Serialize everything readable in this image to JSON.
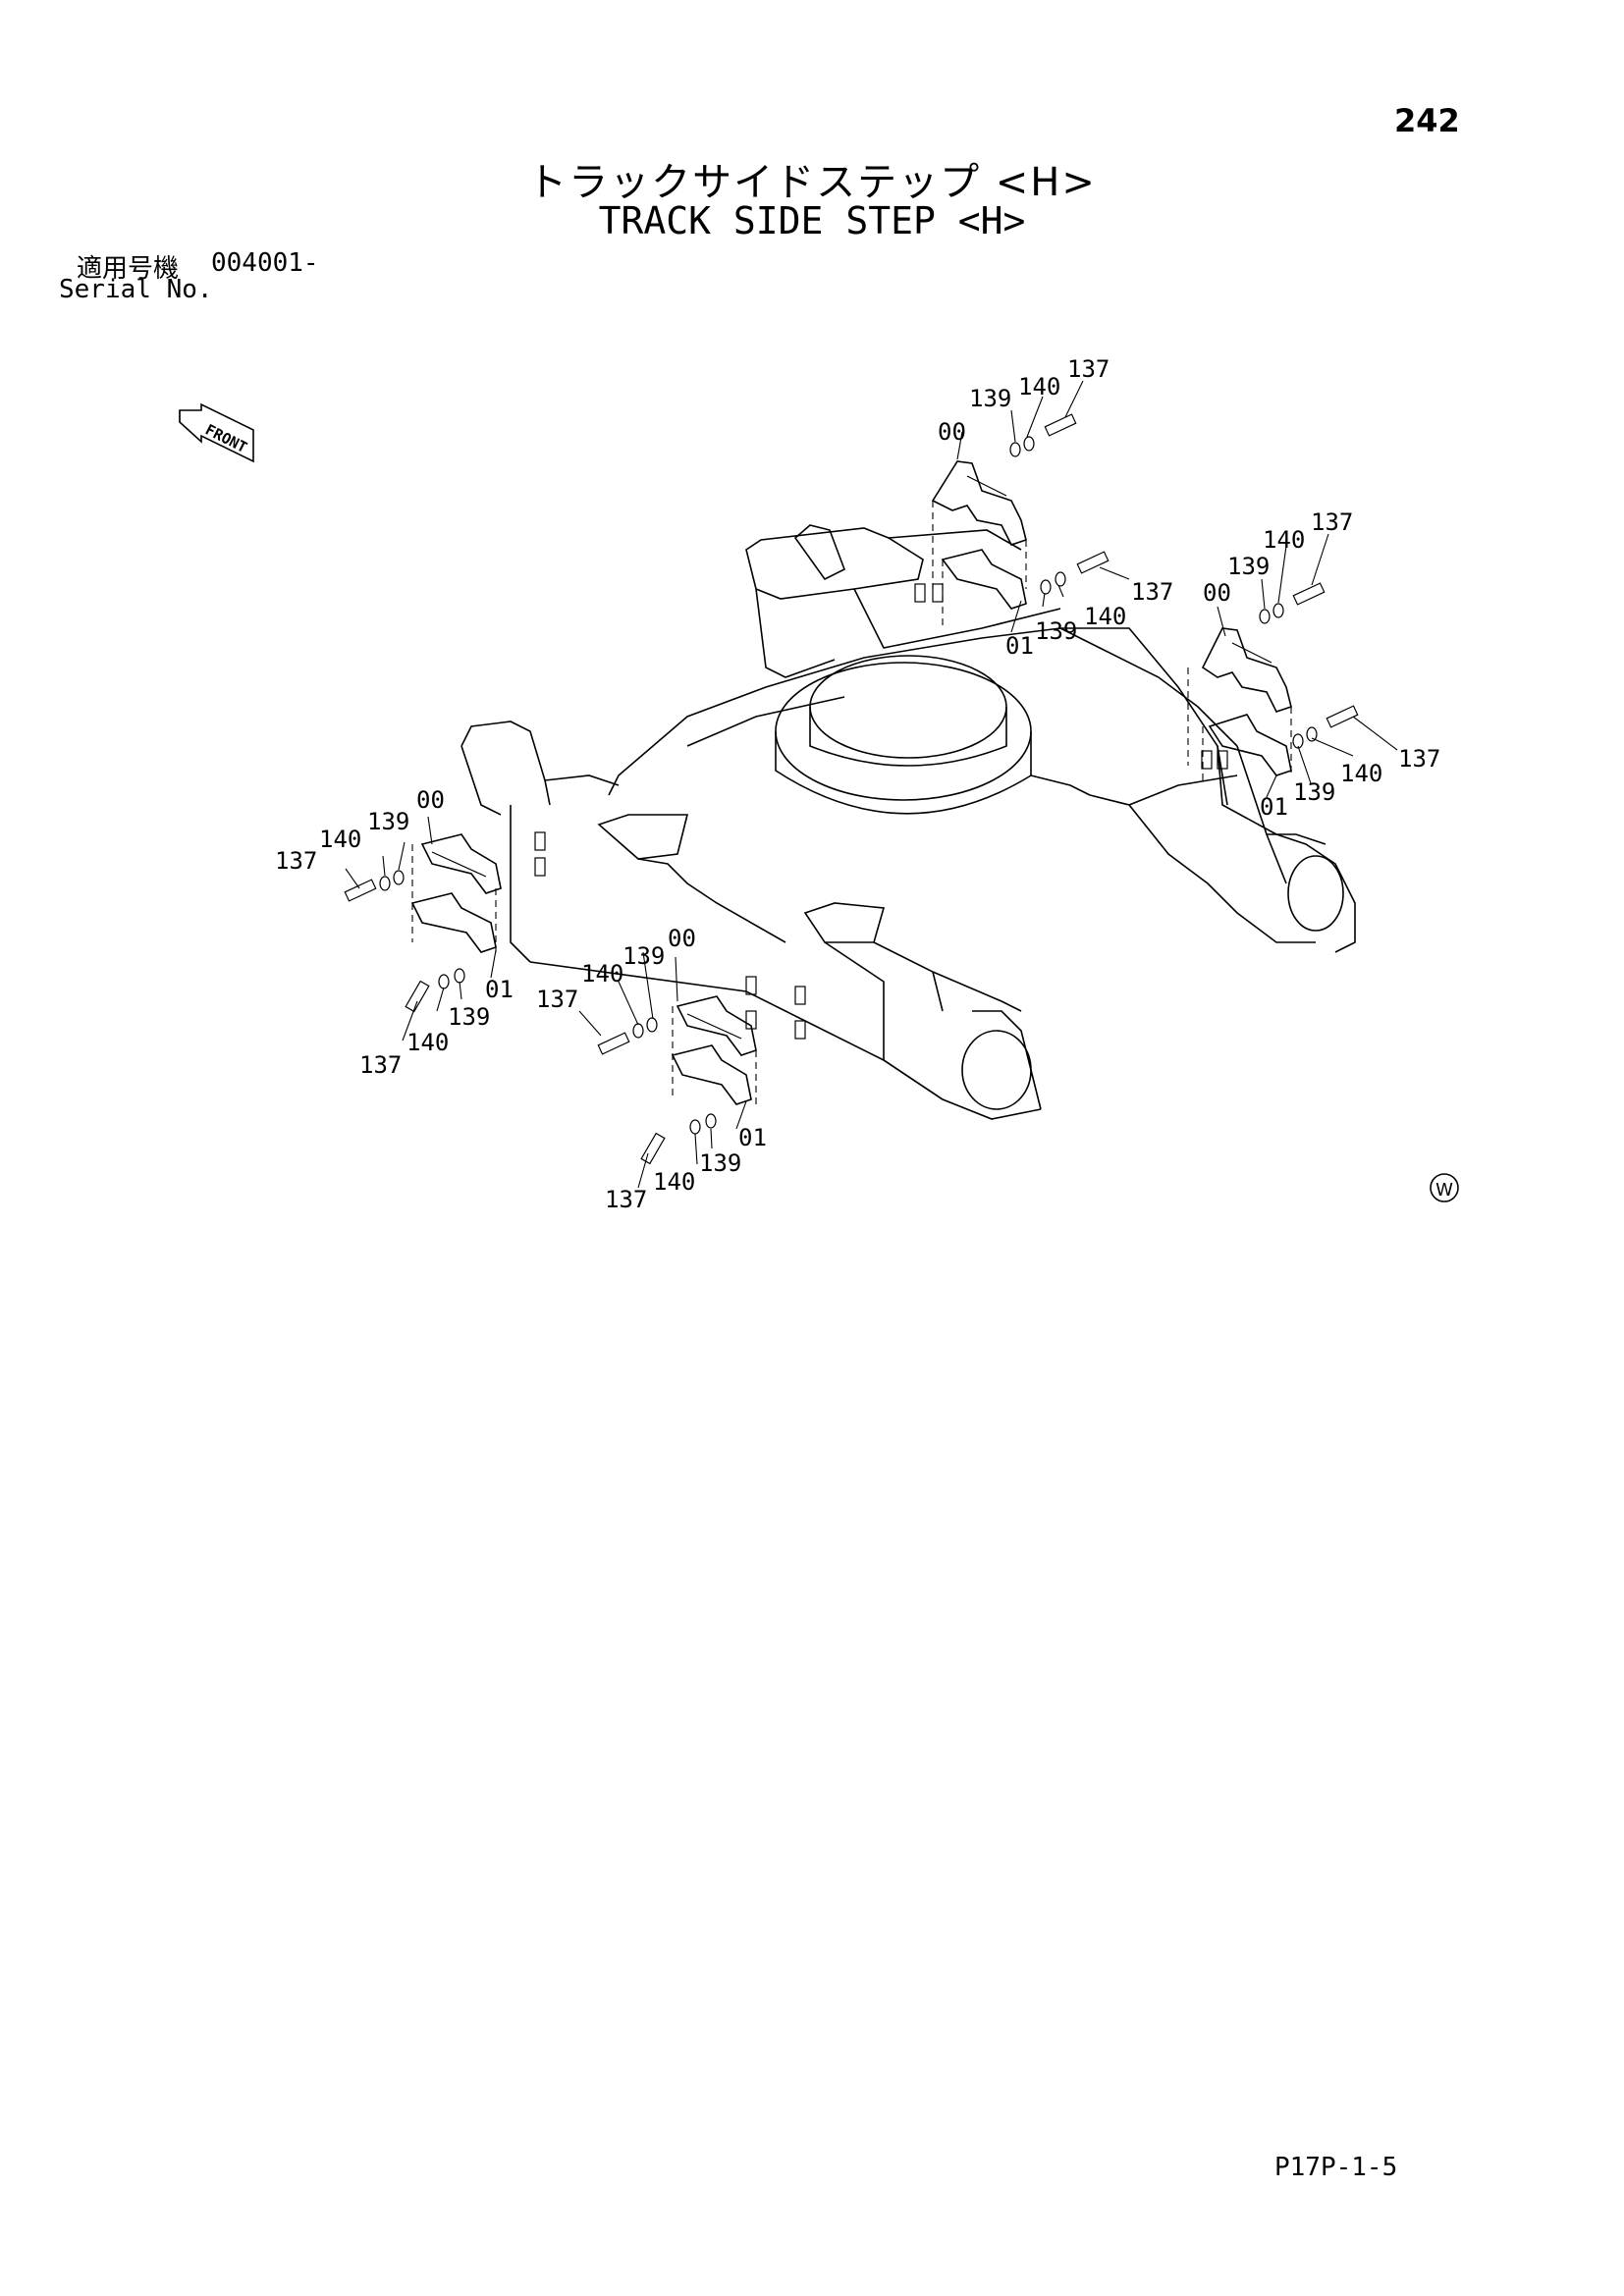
{
  "header": {
    "page_number": "242",
    "title_jp": "トラックサイドステップ <H>",
    "title_en": "TRACK SIDE STEP <H>"
  },
  "serial": {
    "label_jp": "適用号機",
    "value": "004001-",
    "label_en": "Serial No."
  },
  "diagram": {
    "front_marker": "FRONT",
    "watermark_symbol": "W",
    "callouts": {
      "tr_137a": "137",
      "tr_140a": "140",
      "tr_139a": "139",
      "tr_00": "00",
      "tr_137b": "137",
      "tr_140b": "140",
      "tr_139b": "139",
      "tr_01": "01",
      "rr_137a": "137",
      "rr_140a": "140",
      "rr_139a": "139",
      "rr_00": "00",
      "rr_137b": "137",
      "rr_140b": "140",
      "rr_139b": "139",
      "rr_01": "01",
      "ll_137a": "137",
      "ll_140a": "140",
      "ll_139a": "139",
      "ll_00": "00",
      "ll_01": "01",
      "ll_139b": "139",
      "ll_140b": "140",
      "ll_137b": "137",
      "lm_139a": "139",
      "lm_00": "00",
      "lm_140a": "140",
      "lm_137a": "137",
      "lm_01": "01",
      "lm_139b": "139",
      "lm_140b": "140",
      "lm_137b": "137"
    }
  },
  "footer": {
    "doc_code": "P17P-1-5"
  }
}
